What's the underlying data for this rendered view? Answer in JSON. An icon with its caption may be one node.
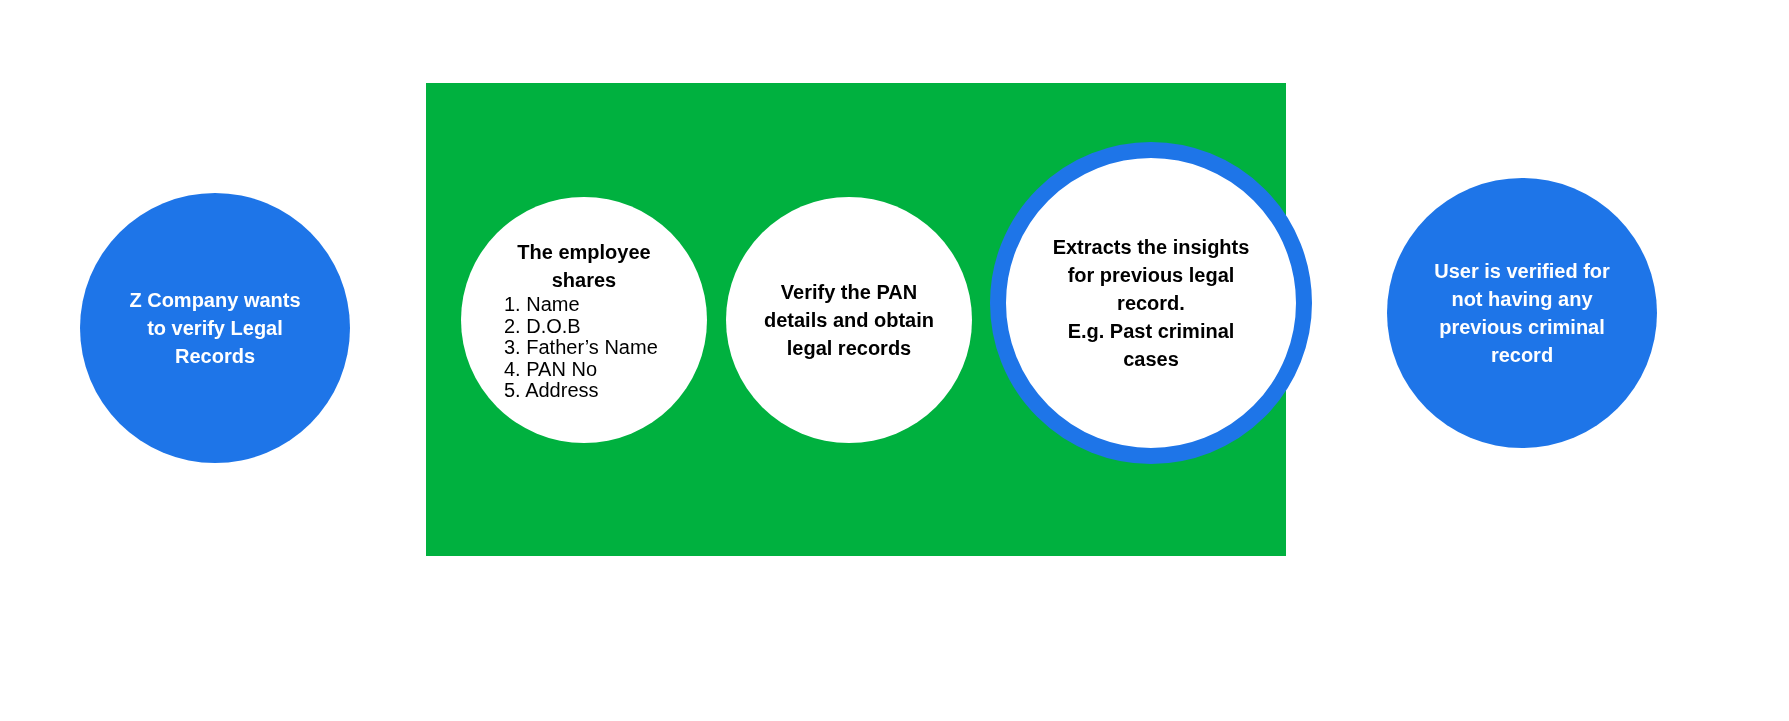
{
  "diagram": {
    "nodes": [
      {
        "text": [
          "Z Company wants to verify Legal Records"
        ]
      },
      {
        "text": [],
        "shape": "box"
      },
      {
        "text": [
          "The employee shares",
          "1. Name",
          "2. D.O.B",
          "3. Father’s Name",
          "4. PAN No",
          "5. Address"
        ],
        "in": 1
      },
      {
        "text": [
          "Verify the PAN details and obtain legal records"
        ],
        "in": 1
      },
      {
        "text": [
          "Extracts the insights for previous legal record.",
          "E.g. Past criminal cases"
        ]
      },
      {
        "text": [
          "User is verified for not having any previous criminal record"
        ]
      }
    ]
  }
}
